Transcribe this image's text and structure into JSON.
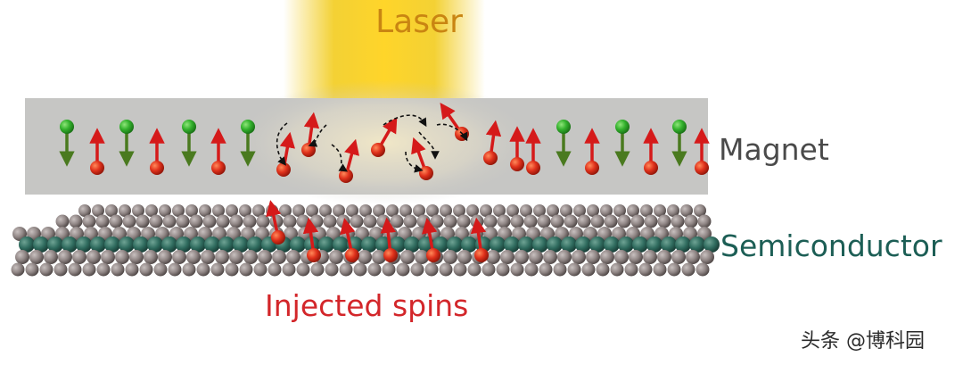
{
  "labels": {
    "laser": "Laser",
    "magnet": "Magnet",
    "semiconductor": "Semiconductor",
    "injected": "Injected spins",
    "watermark": "头条 @博科园"
  },
  "colors": {
    "laser": "#f2cc1e",
    "magnet": "#c6c6c4",
    "spin_up": "#d9281e",
    "spin_down": "#2fa32a",
    "arrow_up": "#d51a1a",
    "arrow_down": "#4a7a1f",
    "substrate": "#8f8584",
    "dopant": "#2f6b5e"
  },
  "magnet_spins": {
    "left": [
      "down",
      "up",
      "down",
      "up",
      "down",
      "up",
      "down"
    ],
    "right": [
      "up",
      "down",
      "up",
      "down",
      "up",
      "down",
      "up"
    ],
    "disordered_count": 8
  },
  "injected_spins_count": 6
}
